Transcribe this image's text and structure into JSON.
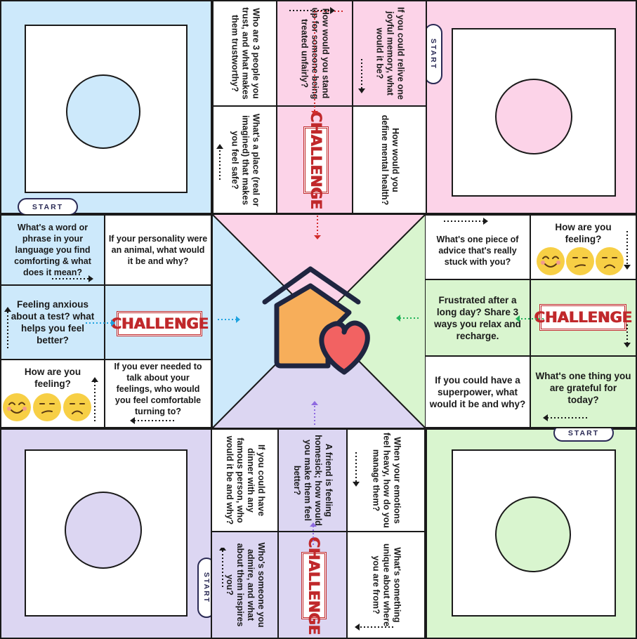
{
  "board": {
    "start_label": "START",
    "challenge_label": "CHALLENGE",
    "colors": {
      "blue": "#cde9fb",
      "pink": "#fcd3e8",
      "green": "#d9f5cf",
      "purple": "#dcd6f2",
      "outline": "#1a1a1a",
      "challenge_red": "#c0282b",
      "emoji_yellow": "#f7cf45",
      "house_orange": "#f7ae5a",
      "heart_red": "#f26262"
    }
  },
  "top_arm": {
    "q1": "Who are 3 people you trust, and what makes them trustworthy?",
    "q2": "How would you stand up for someone being treated unfairly?",
    "q3": "If you could relive one joyful memory, what would it be?",
    "q4": "What's a place (real or imagined) that makes you feel safe?",
    "q5": "How would you define mental health?"
  },
  "left_arm": {
    "q1": "What's a word or phrase in your language you find comforting & what does it mean?",
    "q2": "If your personality were an animal, what would it be and why?",
    "q3": "Feeling anxious about a test? what helps you feel better?",
    "q4": "How are you feeling?",
    "q5": "If you ever needed to talk about your feelings, who would you feel comfortable turning to?"
  },
  "right_arm": {
    "q1": "What's one piece of advice that's really stuck with you?",
    "q2": "How are you feeling?",
    "q3": "Frustrated after a long day? Share 3 ways you relax and recharge.",
    "q4": "If you could have a superpower, what would it be and why?",
    "q5": "What's one thing you are grateful for today?"
  },
  "bottom_arm": {
    "q1": "If you could have dinner with any famous person, who would it be and why?",
    "q2": "A friend is feeling homesick; how would you make them feel better?",
    "q3": "When your emotions feel heavy, how do you manage them?",
    "q4": "Who's someone you admire, and what about them inspires you?",
    "q5": "What's something unique about where you are from?"
  }
}
